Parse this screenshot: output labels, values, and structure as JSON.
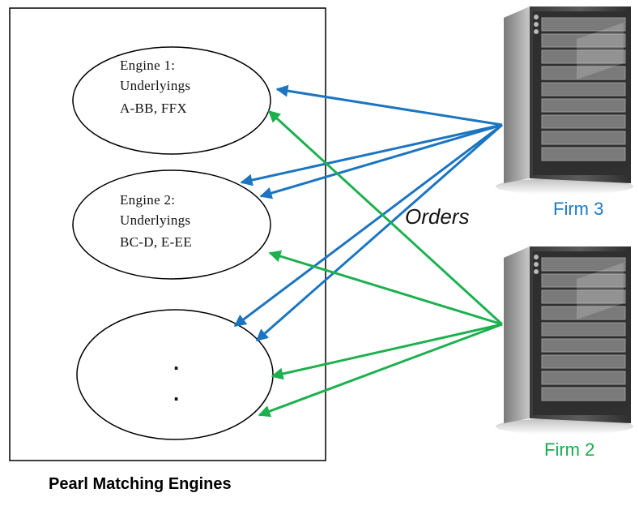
{
  "engines": [
    {
      "line1": "Engine 1:",
      "line2": "Underlyings",
      "line3": "A-BB, FFX"
    },
    {
      "line1": "Engine 2:",
      "line2": "Underlyings",
      "line3": "BC-D, E-EE"
    },
    {
      "dot1": ".",
      "dot2": "."
    }
  ],
  "orders_label": "Orders",
  "firms": [
    {
      "label": "Firm 3",
      "color": "#1f78c1"
    },
    {
      "label": "Firm 2",
      "color": "#1aaa4e"
    }
  ],
  "caption": "Pearl Matching Engines",
  "colors": {
    "blue_arrow": "#1b75c0",
    "green_arrow": "#1db04f"
  }
}
